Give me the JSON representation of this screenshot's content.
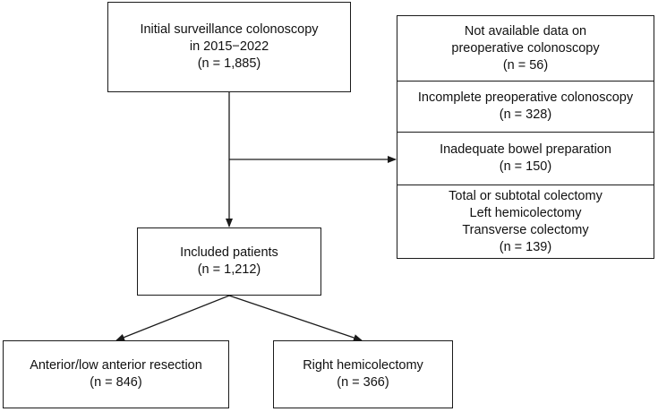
{
  "initial": {
    "lines": [
      "Initial surveillance colonoscopy",
      "in 2015−2022",
      "(n = 1,885)"
    ]
  },
  "exclusions": [
    {
      "lines": [
        "Not available data on",
        "preoperative colonoscopy",
        "(n = 56)"
      ]
    },
    {
      "lines": [
        "Incomplete preoperative colonoscopy",
        "(n = 328)"
      ]
    },
    {
      "lines": [
        "Inadequate bowel preparation",
        "(n = 150)"
      ]
    },
    {
      "lines": [
        "Total or subtotal colectomy",
        "Left hemicolectomy",
        "Transverse colectomy",
        "(n = 139)"
      ]
    }
  ],
  "included": {
    "lines": [
      "Included patients",
      "(n = 1,212)"
    ]
  },
  "outcomes": [
    {
      "lines": [
        "Anterior/low anterior resection",
        "(n = 846)"
      ]
    },
    {
      "lines": [
        "Right hemicolectomy",
        "(n = 366)"
      ]
    }
  ]
}
